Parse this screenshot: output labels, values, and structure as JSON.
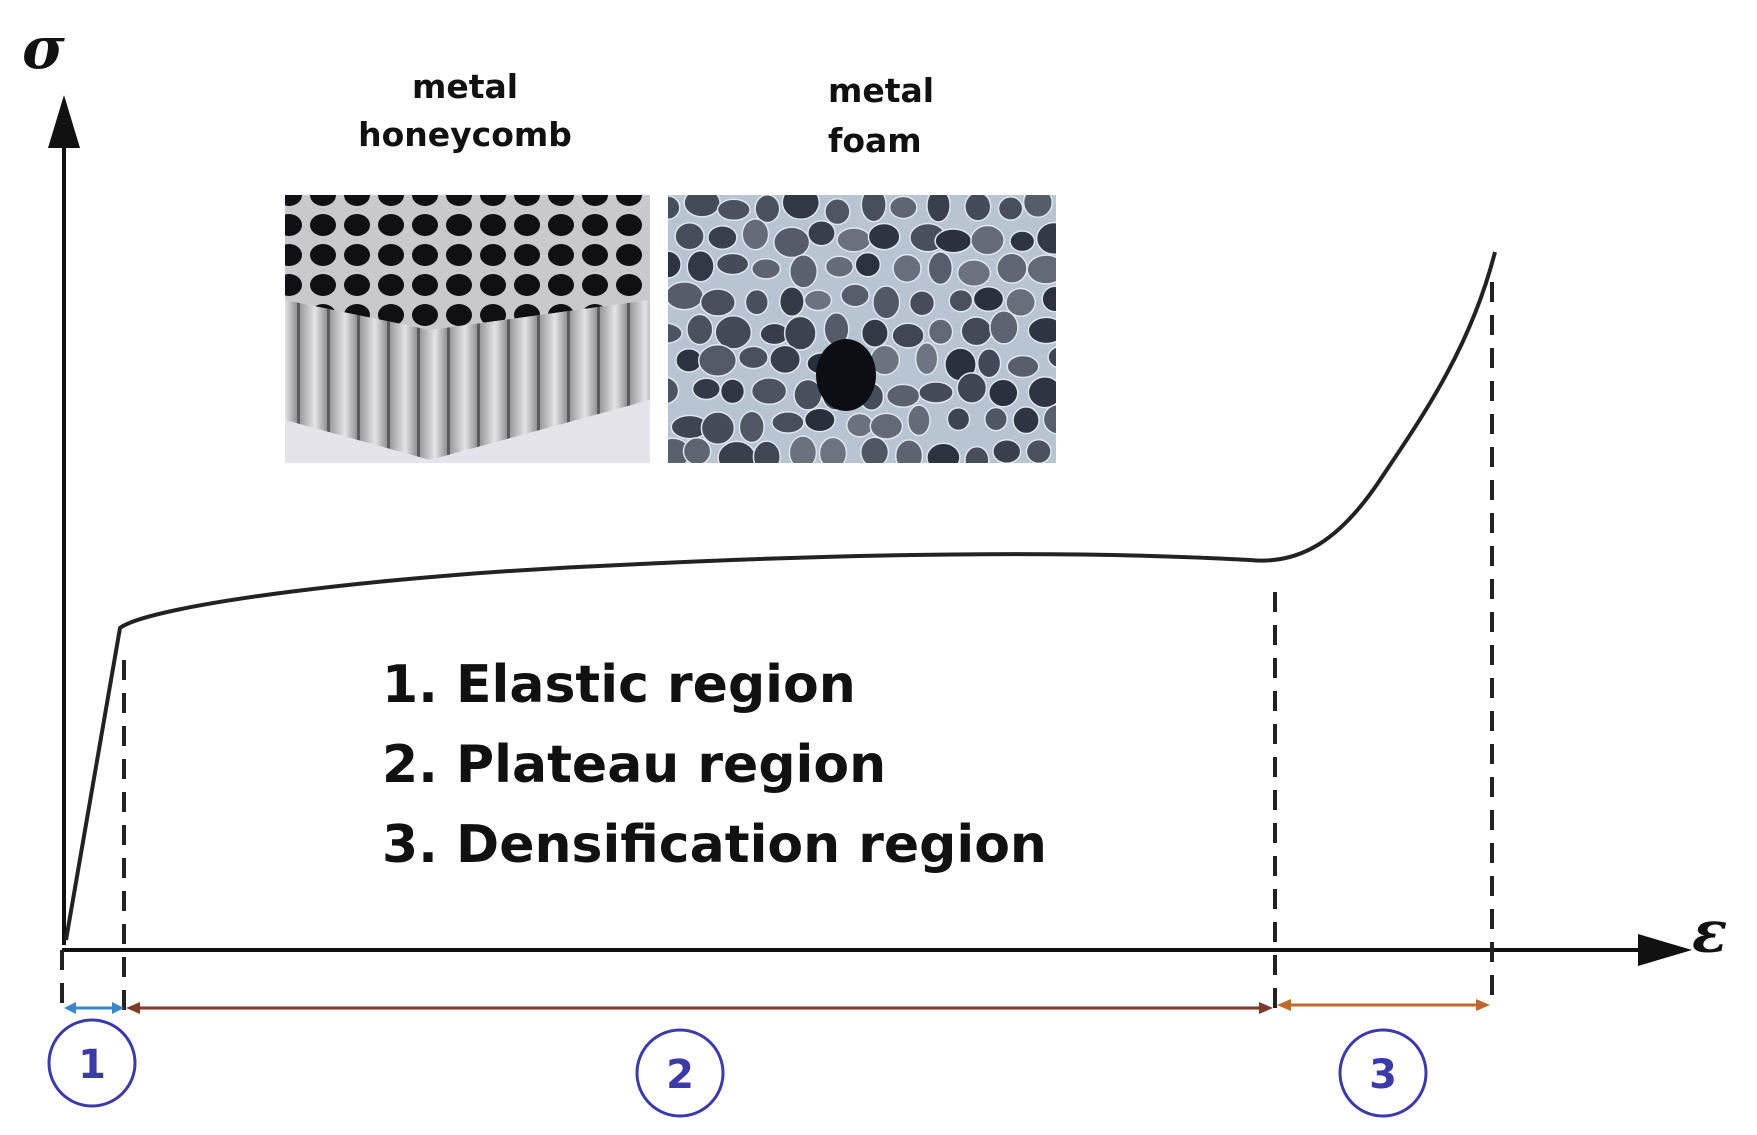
{
  "axes": {
    "y_symbol": "σ",
    "x_symbol": "ε"
  },
  "photos": [
    {
      "label_line1": "metal",
      "label_line2": "honeycomb",
      "kind": "honeycomb"
    },
    {
      "label_line1": "metal",
      "label_line2": "foam",
      "kind": "foam"
    }
  ],
  "legend": [
    "1. Elastic region",
    "2. Plateau region",
    "3. Densification region"
  ],
  "regions": [
    {
      "number": "1",
      "arrow_color": "#3b86c6"
    },
    {
      "number": "2",
      "arrow_color": "#7a3b2a"
    },
    {
      "number": "3",
      "arrow_color": "#c0692a"
    }
  ],
  "colors": {
    "curve": "#222222",
    "axis": "#111111",
    "circle": "#3a3aa8"
  }
}
